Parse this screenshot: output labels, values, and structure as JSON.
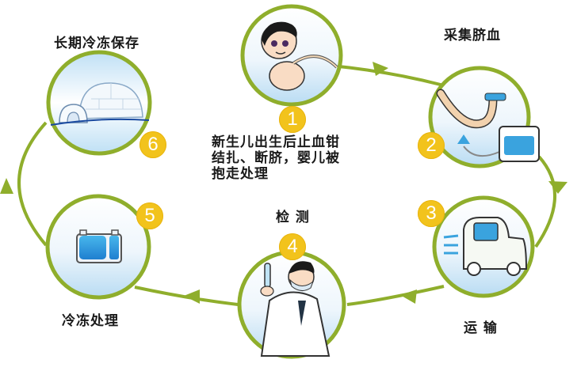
{
  "diagram": {
    "type": "process-cycle",
    "colors": {
      "ring": "#8fae2c",
      "badge": "#f2c31c",
      "badge_text": "#ffffff",
      "text": "#1a1a1a",
      "sky": "#cfe6f6"
    },
    "steps": [
      {
        "number": "1",
        "title": "",
        "description_lines": [
          "新生儿出生后止血钳",
          "结扎、断脐，婴儿被",
          "抱走处理"
        ],
        "icon": "newborn-baby-icon"
      },
      {
        "number": "2",
        "title": "采集脐血",
        "icon": "umbilical-blood-collection-icon"
      },
      {
        "number": "3",
        "title": "运 输",
        "icon": "transport-car-icon"
      },
      {
        "number": "4",
        "title": "检 测",
        "icon": "doctor-test-tube-icon"
      },
      {
        "number": "5",
        "title": "冷冻处理",
        "icon": "freezing-container-icon"
      },
      {
        "number": "6",
        "title": "长期冷冻保存",
        "icon": "igloo-icon"
      }
    ]
  }
}
